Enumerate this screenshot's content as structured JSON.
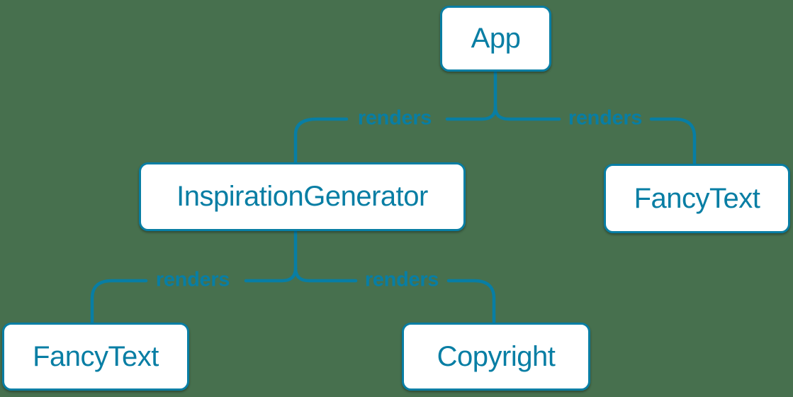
{
  "diagram": {
    "type": "component-tree",
    "colors": {
      "accent": "#087ea4",
      "background": "#47704e",
      "node_background": "#ffffff"
    },
    "nodes": [
      {
        "id": "app",
        "label": "App"
      },
      {
        "id": "inspiration-generator",
        "label": "InspirationGenerator"
      },
      {
        "id": "fancy-text-top",
        "label": "FancyText"
      },
      {
        "id": "fancy-text-bottom",
        "label": "FancyText"
      },
      {
        "id": "copyright",
        "label": "Copyright"
      }
    ],
    "edges": [
      {
        "from": "App",
        "to": "InspirationGenerator",
        "label": "renders"
      },
      {
        "from": "App",
        "to": "FancyText",
        "label": "renders"
      },
      {
        "from": "InspirationGenerator",
        "to": "FancyText",
        "label": "renders"
      },
      {
        "from": "InspirationGenerator",
        "to": "Copyright",
        "label": "renders"
      }
    ]
  }
}
